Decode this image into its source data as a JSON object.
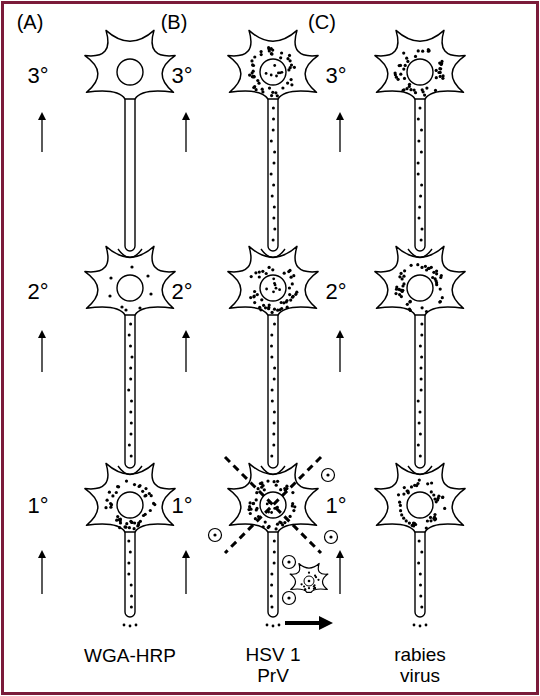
{
  "diagram": {
    "labels": [
      "(A)",
      "(B)",
      "(C)",
      "3°",
      "3°",
      "3°",
      "2°",
      "2°",
      "2°",
      "1°",
      "1°",
      "1°",
      "WGA-HRP",
      "HSV 1 PrV",
      "rabies virus"
    ]
  }
}
